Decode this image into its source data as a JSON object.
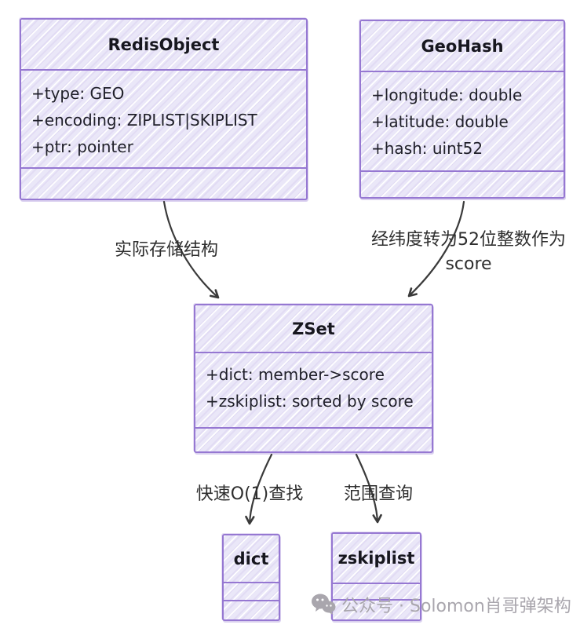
{
  "colors": {
    "box_fill": "#eae7f8",
    "box_border": "#9678d2",
    "title_text": "#17171f",
    "attr_text": "#20202a",
    "edge_label_text": "#2e2e2e",
    "arrow": "#3a3a3a",
    "watermark": "#a9a6ad"
  },
  "classes": {
    "redis_object": {
      "title": "RedisObject",
      "attributes": [
        "+type: GEO",
        "+encoding: ZIPLIST|SKIPLIST",
        "+ptr: pointer"
      ]
    },
    "geohash": {
      "title": "GeoHash",
      "attributes": [
        "+longitude: double",
        "+latitude: double",
        "+hash: uint52"
      ]
    },
    "zset": {
      "title": "ZSet",
      "attributes": [
        "+dict: member->score",
        "+zskiplist: sorted by score"
      ]
    },
    "dict": {
      "title": "dict",
      "attributes": []
    },
    "zskiplist": {
      "title": "zskiplist",
      "attributes": []
    }
  },
  "edges": {
    "redis_to_zset": {
      "from": "RedisObject",
      "to": "ZSet",
      "label": "实际存储结构"
    },
    "geohash_to_zset": {
      "from": "GeoHash",
      "to": "ZSet",
      "label_line1": "经纬度转为52位整数作为",
      "label_line2": "score"
    },
    "zset_to_dict": {
      "from": "ZSet",
      "to": "dict",
      "label": "快速O(1)查找"
    },
    "zset_to_zskiplist": {
      "from": "ZSet",
      "to": "zskiplist",
      "label": "范围查询"
    }
  },
  "watermark": {
    "icon": "wechat-icon",
    "text": "公众号 · Solomon肖哥弹架构"
  }
}
